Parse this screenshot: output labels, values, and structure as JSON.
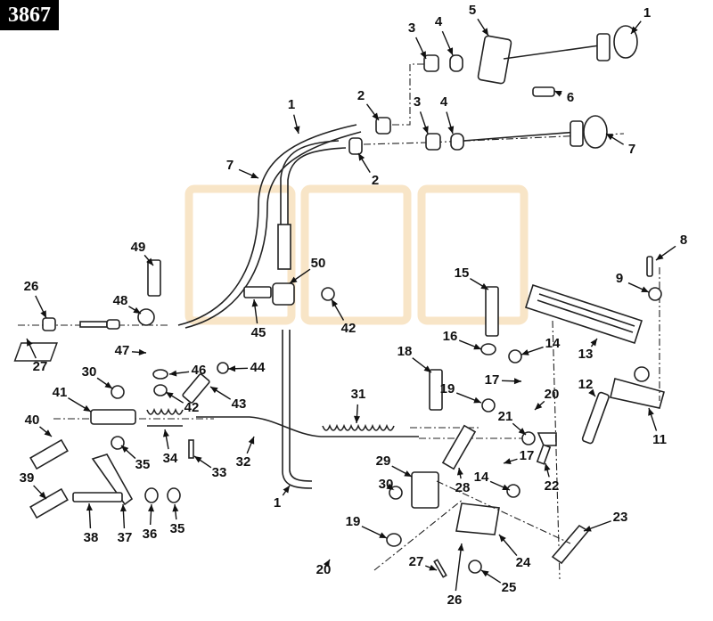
{
  "diagram_id": "3867",
  "callouts": [
    "1",
    "3",
    "4",
    "5",
    "6",
    "2",
    "3",
    "4",
    "7",
    "1",
    "2",
    "7",
    "49",
    "50",
    "26",
    "48",
    "45",
    "42",
    "27",
    "47",
    "46",
    "44",
    "30",
    "42",
    "43",
    "41",
    "40",
    "35",
    "34",
    "33",
    "32",
    "39",
    "38",
    "37",
    "36",
    "35",
    "31",
    "18",
    "19",
    "29",
    "28",
    "30",
    "1",
    "19",
    "20",
    "27",
    "26",
    "25",
    "24",
    "14",
    "17",
    "22",
    "21",
    "20",
    "17",
    "14",
    "16",
    "15",
    "13",
    "12",
    "11",
    "23",
    "9",
    "8"
  ]
}
